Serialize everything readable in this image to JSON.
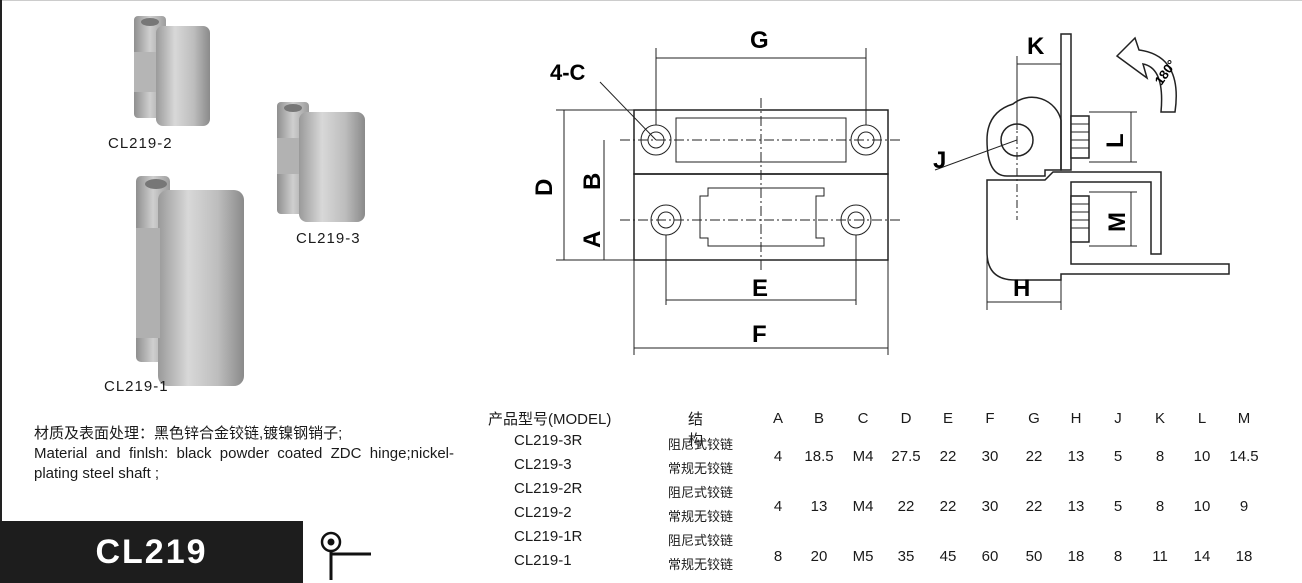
{
  "products": {
    "p2": "CL219-2",
    "p3": "CL219-3",
    "p1": "CL219-1"
  },
  "notes": {
    "cn": "材质及表面处理：黑色锌合金铰链,镀镍钢销子;",
    "en": "Material and finlsh: black powder coated ZDC hinge;nickel-plating steel shaft ;"
  },
  "banner": "CL219",
  "drawing_labels": {
    "four_c": "4-C",
    "G": "G",
    "D": "D",
    "B": "B",
    "A": "A",
    "E": "E",
    "F": "F",
    "K": "K",
    "J": "J",
    "L": "L",
    "M": "M",
    "H": "H",
    "rotation": "180°"
  },
  "table": {
    "model_header": "产品型号(MODEL)",
    "struct_header": "结构",
    "dims": [
      "A",
      "B",
      "C",
      "D",
      "E",
      "F",
      "G",
      "H",
      "J",
      "K",
      "L",
      "M"
    ],
    "rows": [
      {
        "model": "CL219-3R",
        "struct": "阻尼式铰链"
      },
      {
        "model": "CL219-3",
        "struct": "常规无铰链"
      },
      {
        "model": "CL219-2R",
        "struct": "阻尼式铰链"
      },
      {
        "model": "CL219-2",
        "struct": "常规无铰链"
      },
      {
        "model": "CL219-1R",
        "struct": "阻尼式铰链"
      },
      {
        "model": "CL219-1",
        "struct": "常规无铰链"
      }
    ],
    "values": [
      [
        "4",
        "18.5",
        "M4",
        "27.5",
        "22",
        "30",
        "22",
        "13",
        "5",
        "8",
        "10",
        "14.5"
      ],
      [
        "4",
        "13",
        "M4",
        "22",
        "22",
        "30",
        "22",
        "13",
        "5",
        "8",
        "10",
        "9"
      ],
      [
        "8",
        "20",
        "M5",
        "35",
        "45",
        "60",
        "50",
        "18",
        "8",
        "11",
        "14",
        "18"
      ]
    ]
  }
}
